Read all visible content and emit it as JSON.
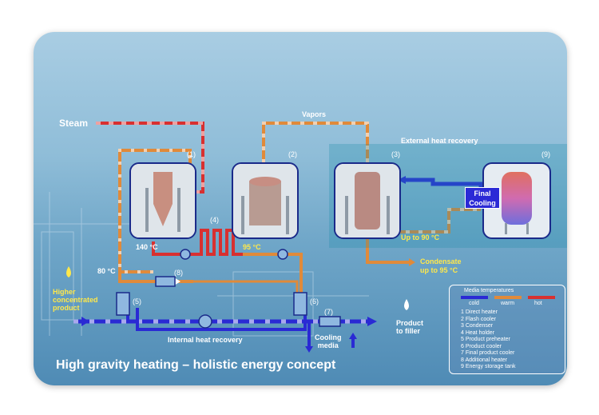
{
  "labels": {
    "steam": "Steam",
    "vapors": "Vapors",
    "external_heat_recovery": "External heat recovery",
    "final_cooling": [
      "Final",
      "Cooling"
    ],
    "up_to_90": "Up to 90 °C",
    "condensate": [
      "Condensate",
      "up to 95 °C"
    ],
    "temp_140": "140 °C",
    "temp_95": "95 °C",
    "temp_80": "80 °C",
    "higher_conc": [
      "Higher",
      "concentrated",
      "product"
    ],
    "internal_heat_recovery": "Internal heat recovery",
    "cooling_media": [
      "Cooling",
      "media"
    ],
    "product_to_filler": [
      "Product",
      "to filler"
    ],
    "title": "High gravity heating – holistic energy concept"
  },
  "numbers": {
    "n1": "(1)",
    "n2": "(2)",
    "n3": "(3)",
    "n4": "(4)",
    "n5": "(5)",
    "n6": "(6)",
    "n7": "(7)",
    "n8": "(8)",
    "n9": "(9)"
  },
  "legend": {
    "title": "Media temperatures",
    "cold": "cold",
    "warm": "warm",
    "hot": "hot",
    "items": [
      "1 Direct heater",
      "2 Flash cooler",
      "3 Condenser",
      "4 Heat holder",
      "5 Product preheater",
      "6 Product cooler",
      "7 Final product cooler",
      "8 Additional heater",
      "9 Energy storage tank"
    ]
  },
  "colors": {
    "cold": "#2a2ad4",
    "warm": "#e08a3a",
    "hot": "#d83030",
    "label_yellow": "#ffe84a",
    "equipment_border": "#1a2a8a"
  }
}
